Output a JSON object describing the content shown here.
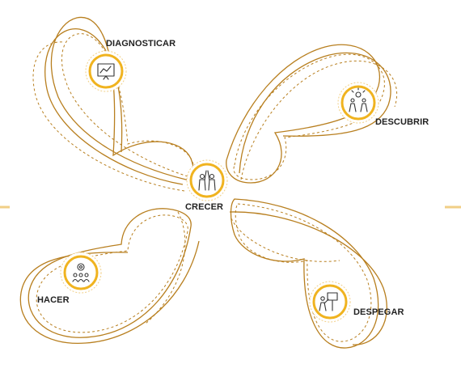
{
  "diagram": {
    "center": {
      "label": "CRECER",
      "icon": "high-five-icon"
    },
    "nodes": [
      {
        "id": "diagnosticar",
        "label": "DIAGNOSTICAR",
        "icon": "diagnosis-board-icon"
      },
      {
        "id": "descubrir",
        "label": "DESCUBRIR",
        "icon": "idea-people-icon"
      },
      {
        "id": "hacer",
        "label": "HACER",
        "icon": "gear-team-icon"
      },
      {
        "id": "despegar",
        "label": "DESPEGAR",
        "icon": "presentation-icon"
      }
    ],
    "colors": {
      "stroke": "#b87f1f",
      "ring": "#f0b31f",
      "accent_line": "#f1cf86"
    }
  }
}
